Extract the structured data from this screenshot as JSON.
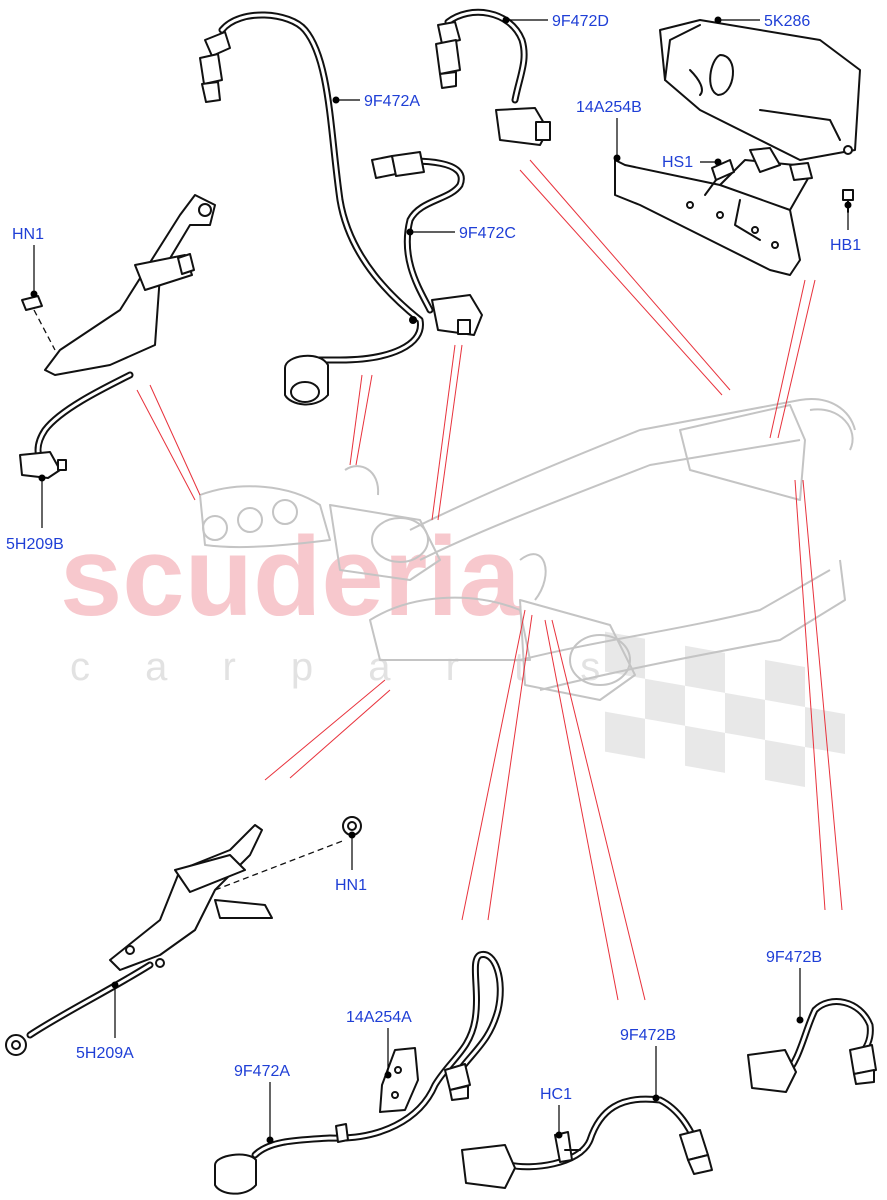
{
  "watermark": {
    "brand": "scuderia",
    "tagline": "c a r   p a r t s"
  },
  "colors": {
    "label": "#1f3fd6",
    "leader_lines": "#e8323c",
    "watermark": "#f4b6bc"
  },
  "labels": {
    "p_9F472D": "9F472D",
    "p_5K286": "5K286",
    "p_9F472A_top": "9F472A",
    "p_14A254B": "14A254B",
    "p_HS1": "HS1",
    "p_HN1_top": "HN1",
    "p_9F472C": "9F472C",
    "p_HB1": "HB1",
    "p_5H209B": "5H209B",
    "p_HN1_bottom": "HN1",
    "p_9F472B_right": "9F472B",
    "p_14A254A": "14A254A",
    "p_9F472B_mid": "9F472B",
    "p_5H209A": "5H209A",
    "p_9F472A_bottom": "9F472A",
    "p_HC1": "HC1"
  }
}
